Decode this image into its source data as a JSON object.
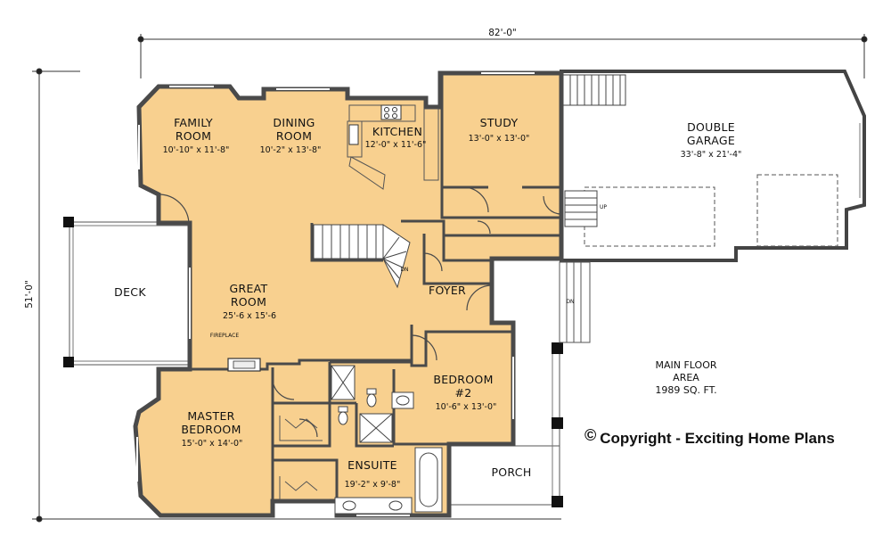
{
  "dimensions": {
    "width": "82'-0\"",
    "depth": "51'-0\""
  },
  "colors": {
    "floor_fill": "#f8d08f",
    "wall": "#4a4a4a",
    "background": "#ffffff"
  },
  "rooms": {
    "family": {
      "name_1": "FAMILY",
      "name_2": "ROOM",
      "dims": "10'-10\" x 11'-8\""
    },
    "dining": {
      "name_1": "DINING",
      "name_2": "ROOM",
      "dims": "10'-2\" x 13'-8\""
    },
    "kitchen": {
      "name": "KITCHEN",
      "dims": "12'-0\" x 11'-6\""
    },
    "study": {
      "name": "STUDY",
      "dims": "13'-0\" x 13'-0\""
    },
    "garage": {
      "name_1": "DOUBLE",
      "name_2": "GARAGE",
      "dims": "33'-8\" x 21'-4\""
    },
    "great": {
      "name_1": "GREAT",
      "name_2": "ROOM",
      "dims": "25'-6 x 15'-6",
      "fireplace": "FIREPLACE"
    },
    "deck": {
      "name": "DECK"
    },
    "foyer": {
      "name": "FOYER"
    },
    "bedroom2": {
      "name_1": "BEDROOM",
      "name_2": "#2",
      "dims": "10'-6\" x 13'-0\""
    },
    "master": {
      "name_1": "MASTER",
      "name_2": "BEDROOM",
      "dims": "15'-0\" x 14'-0\""
    },
    "ensuite": {
      "name": "ENSUITE",
      "dims": "19'-2\" x 9'-8\""
    },
    "porch": {
      "name": "PORCH"
    },
    "stairs": {
      "up": "UP",
      "dn": "DN",
      "dn2": "DN"
    }
  },
  "area": {
    "line_1": "MAIN FLOOR",
    "line_2": "AREA",
    "line_3": "1989 SQ. FT."
  },
  "copyright": {
    "symbol": "©",
    "text": "Copyright - Exciting Home Plans"
  }
}
